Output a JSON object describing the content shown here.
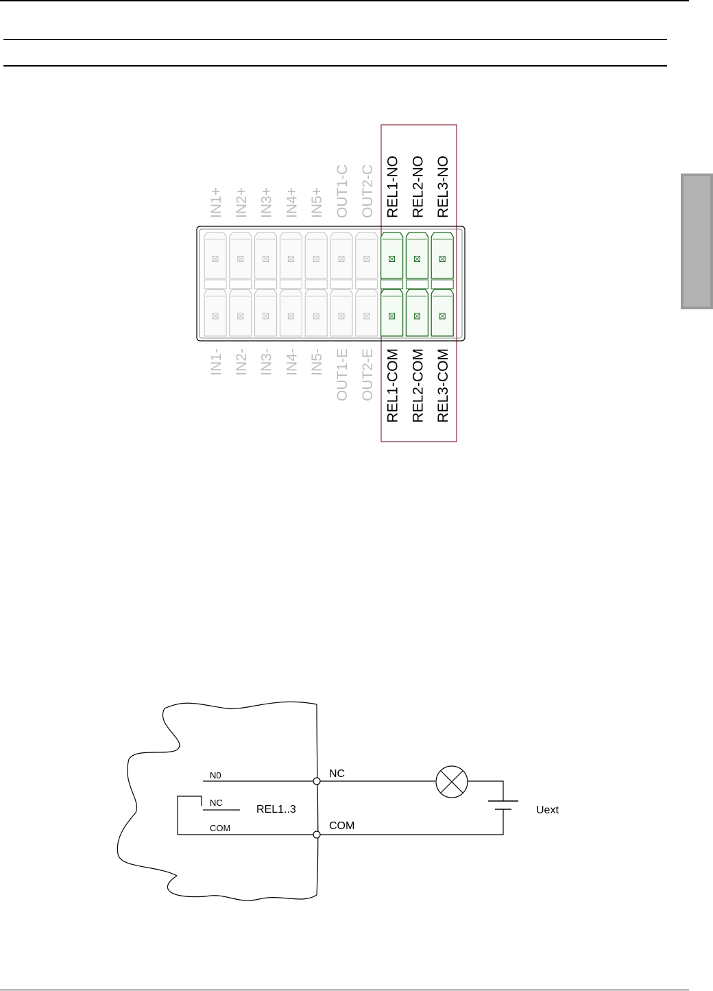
{
  "colors": {
    "inactive": "#bdbdbd",
    "relay_terminal": "#1f6b1f",
    "relay_highlight": "#8b2a3a",
    "tab": "#a6a6a6"
  },
  "terminal_block": {
    "top_labels": [
      "IN1+",
      "IN2+",
      "IN3+",
      "IN4+",
      "IN5+",
      "OUT1-C",
      "OUT2-C",
      "REL1-NO",
      "REL2-NO",
      "REL3-NO"
    ],
    "bottom_labels": [
      "IN1-",
      "IN2-",
      "IN3-",
      "IN4-",
      "IN5-",
      "OUT1-E",
      "OUT2-E",
      "REL1-COM",
      "REL2-COM",
      "REL3-COM"
    ],
    "highlighted": [
      "REL1-NO",
      "REL2-NO",
      "REL3-NO",
      "REL1-COM",
      "REL2-COM",
      "REL3-COM"
    ]
  },
  "schematic": {
    "internal_no": "N0",
    "internal_nc": "NC",
    "internal_com": "COM",
    "relay_label": "REL1..3",
    "terminal_upper": "NC",
    "terminal_lower": "COM",
    "voltage_label": "Uext"
  }
}
